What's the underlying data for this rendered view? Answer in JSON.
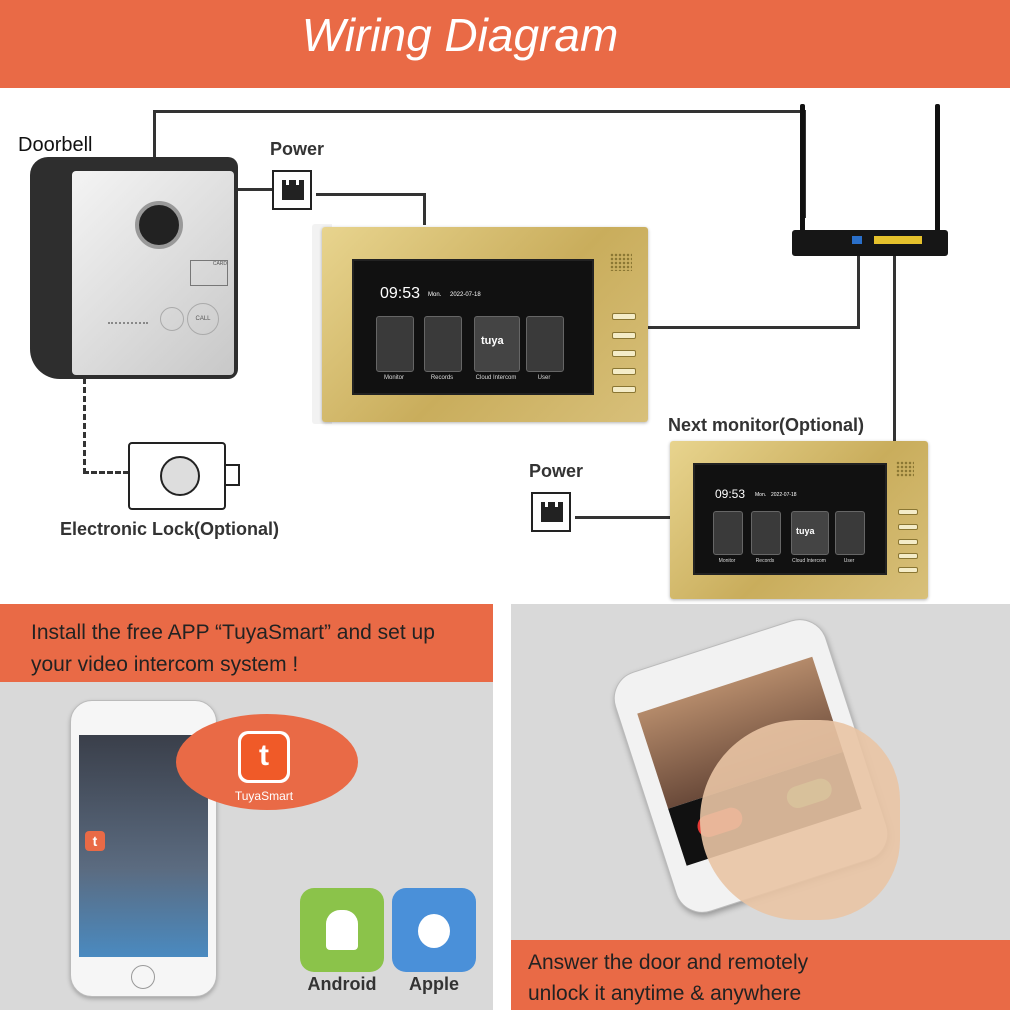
{
  "header": {
    "title": "Wiring Diagram"
  },
  "labels": {
    "doorbell": "Doorbell",
    "power_main": "Power",
    "power_second": "Power",
    "lock": "Electronic Lock(Optional)",
    "next_monitor": "Next monitor(Optional)",
    "card": "CARD",
    "call": "CALL"
  },
  "monitor_main": {
    "time": "09:53",
    "day": "Mon.",
    "date": "2022-07-18",
    "tiles": [
      "Monitor",
      "Records",
      "Cloud Intercom",
      "User"
    ],
    "brand": "tuya"
  },
  "monitor_second": {
    "time": "09:53",
    "day": "Mon.",
    "date": "2022-07-18",
    "tiles": [
      "Monitor",
      "Records",
      "Cloud Intercom",
      "User"
    ],
    "brand": "tuya"
  },
  "install_panel": {
    "line1": "Install the free APP “TuyaSmart” and set up",
    "line2": "your video intercom system !",
    "app_name": "TuyaSmart",
    "stores": [
      "Android",
      "Apple"
    ]
  },
  "answer_panel": {
    "line1": "Answer the door and remotely",
    "line2": "unlock it  anytime & anywhere"
  },
  "colors": {
    "accent": "#e96a46",
    "gold": "#d4bb6e",
    "android": "#8bc34a",
    "apple": "#4a90d9"
  }
}
